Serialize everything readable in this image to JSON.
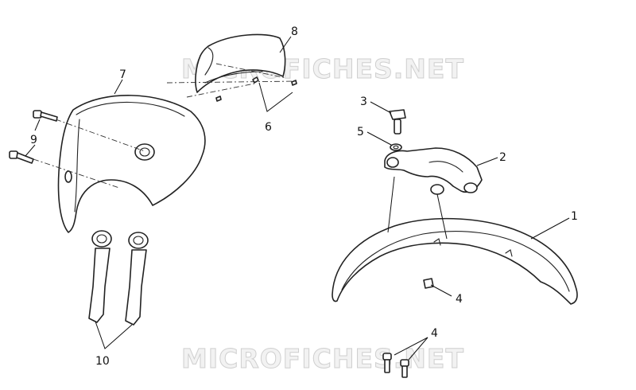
{
  "watermark": "MICROFICHES.NET",
  "callouts": {
    "c1": "1",
    "c2": "2",
    "c3": "3",
    "c4a": "4",
    "c4b": "4",
    "c5": "5",
    "c6": "6",
    "c7": "7",
    "c8": "8",
    "c9": "9",
    "c10": "10"
  }
}
